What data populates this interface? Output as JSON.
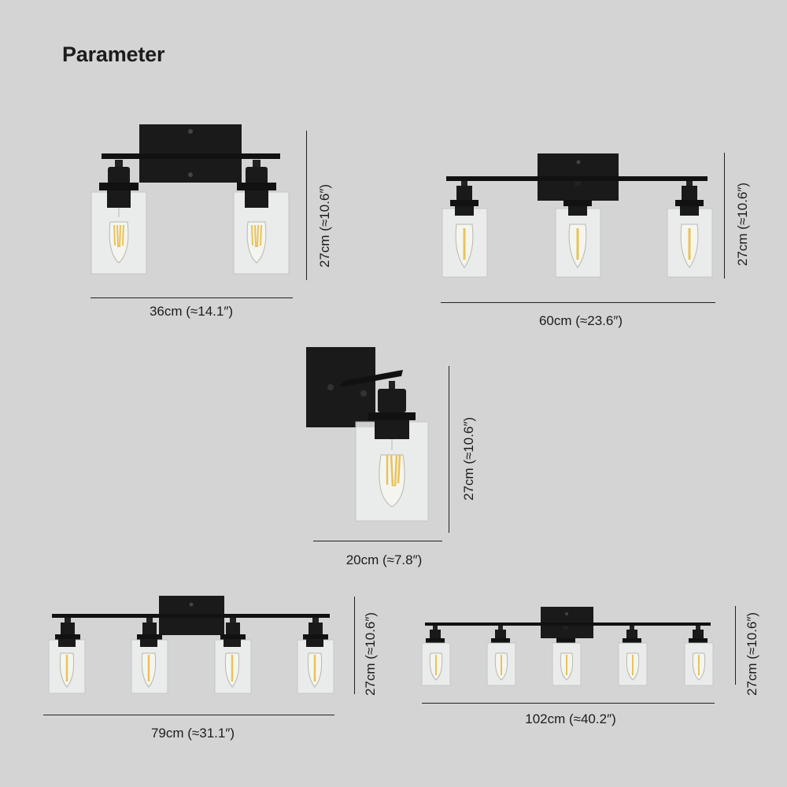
{
  "title": "Parameter",
  "colors": {
    "background": "#d4d4d4",
    "metal": "#1a1a1a",
    "glass": "#eef0f0",
    "filament": "#e8c35a",
    "text": "#1c1c1c"
  },
  "fixtures": [
    {
      "name": "2-light",
      "bulbs": 2,
      "width": "36cm (≈14.1″)",
      "height": "27cm (≈10.6″)"
    },
    {
      "name": "3-light",
      "bulbs": 3,
      "width": "60cm (≈23.6″)",
      "height": "27cm (≈10.6″)"
    },
    {
      "name": "1-light",
      "bulbs": 1,
      "width": "20cm (≈7.8″)",
      "height": "27cm (≈10.6″)"
    },
    {
      "name": "4-light",
      "bulbs": 4,
      "width": "79cm (≈31.1″)",
      "height": "27cm (≈10.6″)"
    },
    {
      "name": "5-light",
      "bulbs": 5,
      "width": "102cm (≈40.2″)",
      "height": "27cm (≈10.6″)"
    }
  ]
}
